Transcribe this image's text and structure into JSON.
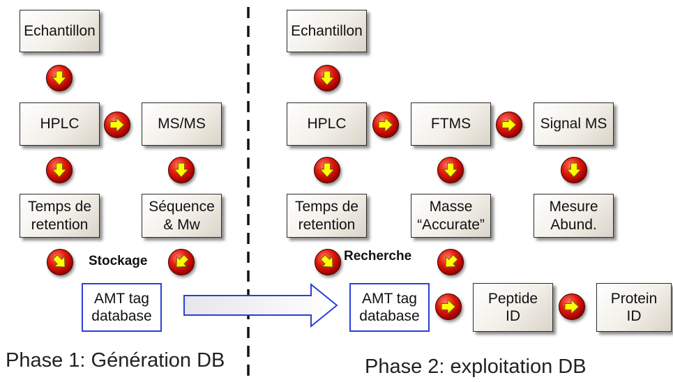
{
  "phase1": {
    "title": "Phase 1: Génération DB",
    "echantillon": "Echantillon",
    "hplc": "HPLC",
    "msms": "MS/MS",
    "temps_retention": "Temps de\nretention",
    "sequence_mw": "Séquence\n& Mw",
    "stockage": "Stockage",
    "amt_database": "AMT tag\ndatabase"
  },
  "phase2": {
    "title": "Phase 2: exploitation DB",
    "echantillon": "Echantillon",
    "hplc": "HPLC",
    "ftms": "FTMS",
    "signal_ms": "Signal MS",
    "temps_retention": "Temps de\nretention",
    "masse_accurate": "Masse\n“Accurate”",
    "mesure_abund": "Mesure\nAbund.",
    "recherche": "Recherche",
    "amt_database": "AMT tag\ndatabase",
    "peptide_id": "Peptide\nID",
    "protein_id": "Protein\nID"
  },
  "colors": {
    "box_border": "#2b2b2b",
    "database_border": "#2c3fd6",
    "arrow_circle": "#d81a0a",
    "arrow_glyph": "#ffff00",
    "transfer_arrow_border": "#2c3fd6"
  },
  "icons": {
    "flow_arrow": "yellow-arrow-in-red-circle-icon",
    "transfer_arrow": "block-arrow-right-icon"
  }
}
